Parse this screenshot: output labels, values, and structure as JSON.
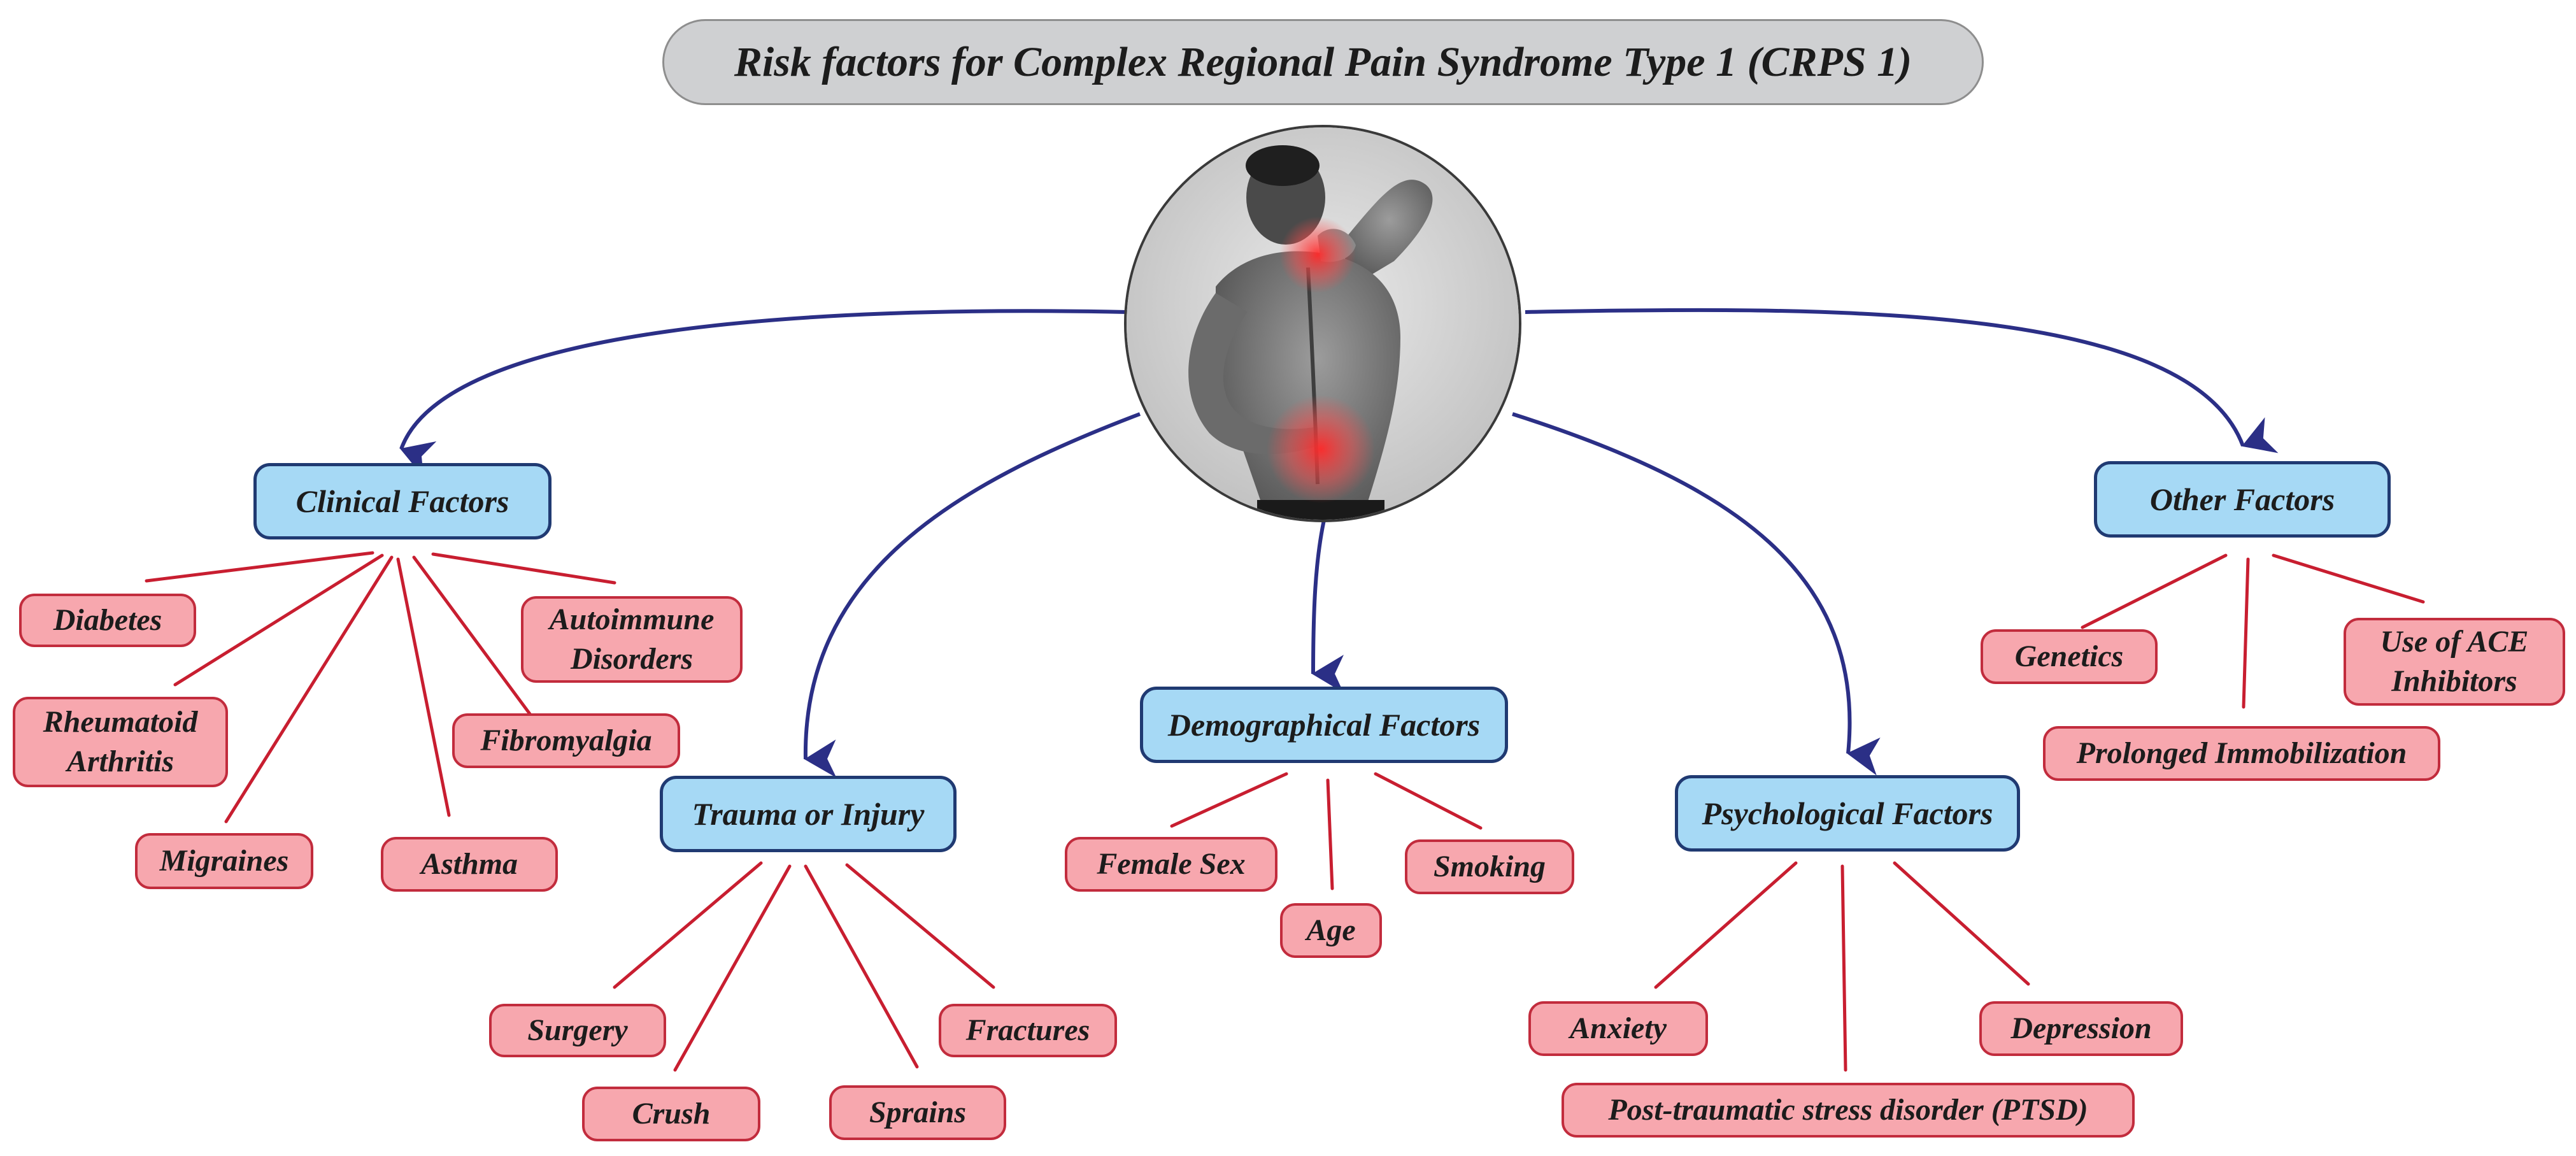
{
  "title": "Risk factors for Complex Regional Pain Syndrome Type 1 (CRPS 1)",
  "image": {
    "icon": "back-pain-photo-icon"
  },
  "colors": {
    "category_fill": "#a6d9f5",
    "category_border": "#203a72",
    "factor_fill": "#f7a7ae",
    "factor_border": "#c22c3d",
    "arrow": "#2b2f86",
    "connector": "#c81e30"
  },
  "categories": {
    "clinical": {
      "label": "Clinical Factors",
      "factors": [
        "Diabetes",
        "Rheumatoid Arthritis",
        "Migraines",
        "Asthma",
        "Fibromyalgia",
        "Autoimmune Disorders"
      ]
    },
    "trauma": {
      "label": "Trauma or Injury",
      "factors": [
        "Surgery",
        "Crush",
        "Sprains",
        "Fractures"
      ]
    },
    "demographic": {
      "label": "Demographical Factors",
      "factors": [
        "Female Sex",
        "Age",
        "Smoking"
      ]
    },
    "psychological": {
      "label": "Psychological Factors",
      "factors": [
        "Anxiety",
        "Post-traumatic stress disorder (PTSD)",
        "Depression"
      ]
    },
    "other": {
      "label": "Other Factors",
      "factors": [
        "Genetics",
        "Prolonged Immobilization",
        "Use of ACE Inhibitors"
      ]
    }
  }
}
